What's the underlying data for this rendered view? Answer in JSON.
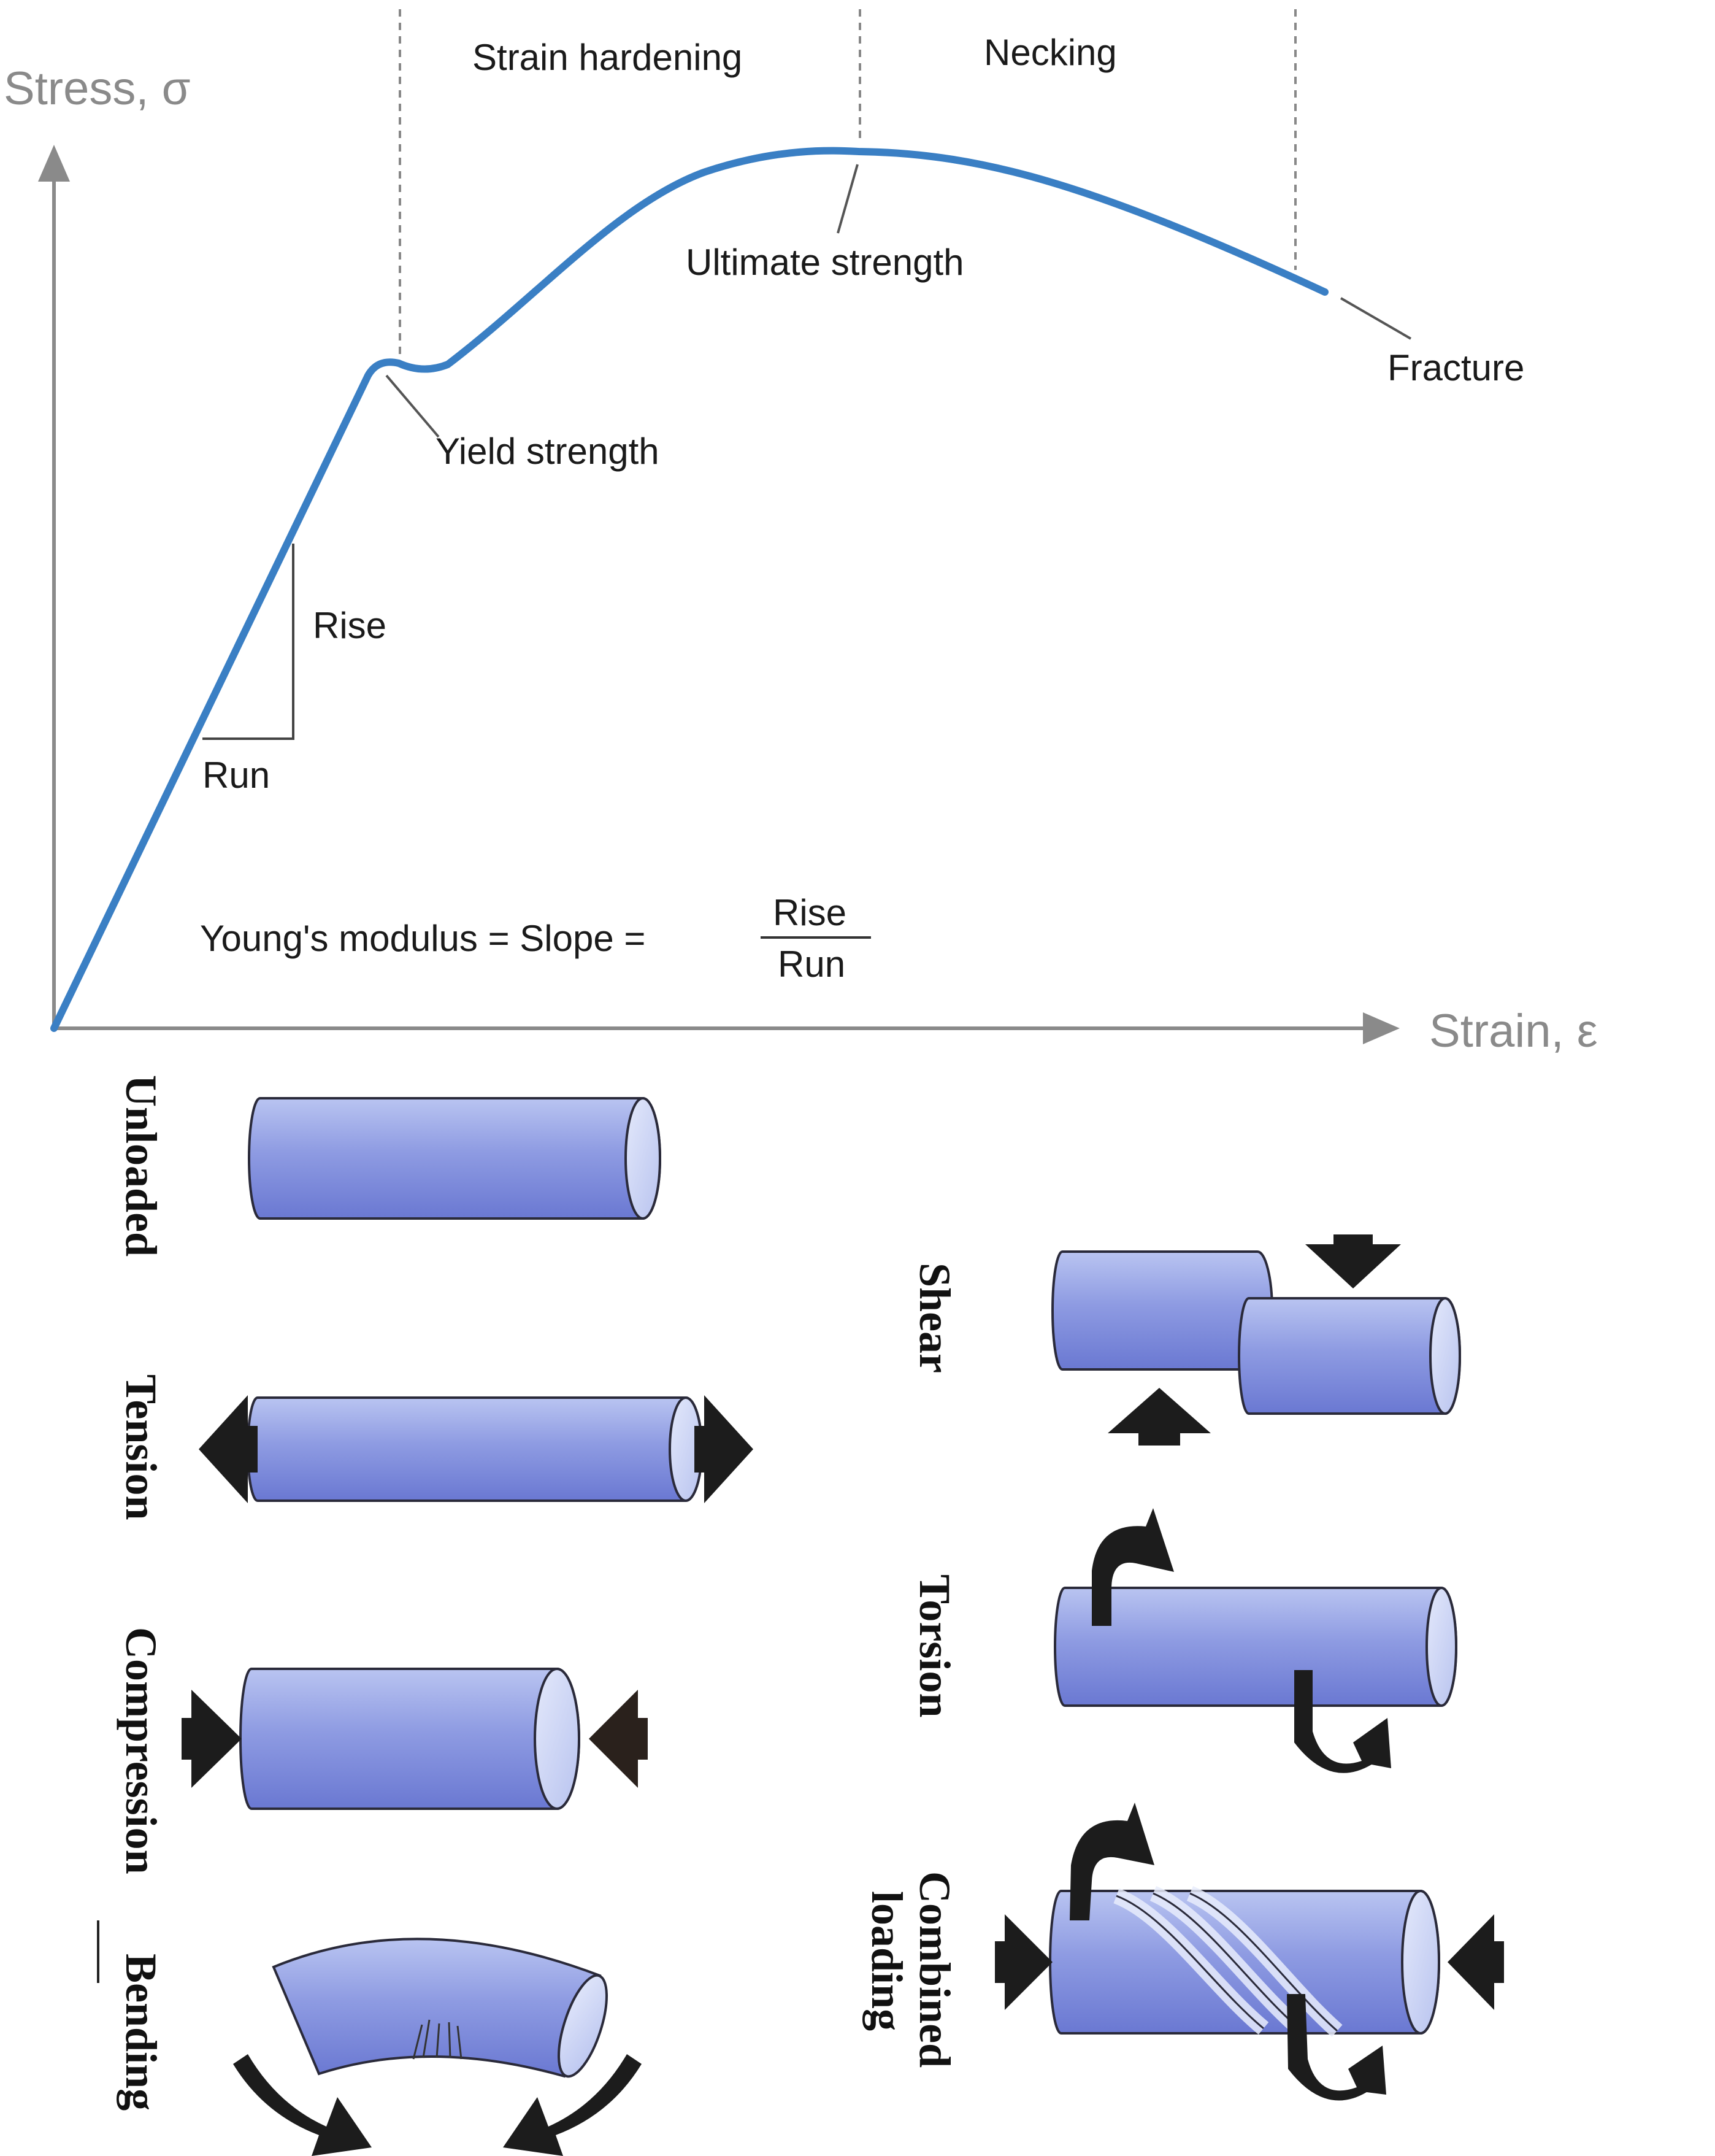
{
  "colors": {
    "curve": "#3a7fc4",
    "axis": "#8a8a8a",
    "cylinder_light": "#c8d2f4",
    "cylinder_dark": "#6f7fd6",
    "arrow": "#1c1c1c",
    "guide": "#888888"
  },
  "chart_data": {
    "type": "line",
    "title": "",
    "xlabel": "Strain, ε",
    "ylabel": "Stress, σ",
    "regions": [
      "Strain hardening",
      "Necking"
    ],
    "annotations": {
      "yield": "Yield strength",
      "ultimate": "Ultimate strength",
      "fracture": "Fracture",
      "rise": "Rise",
      "run": "Run"
    },
    "formula": {
      "text": "Young's modulus = Slope =",
      "numerator": "Rise",
      "denominator": "Run"
    }
  },
  "loading_types": {
    "left": [
      "Unloaded",
      "Tension",
      "Compression",
      "Bending"
    ],
    "right": [
      "Shear",
      "Torsion",
      "Combined",
      "loading"
    ]
  }
}
